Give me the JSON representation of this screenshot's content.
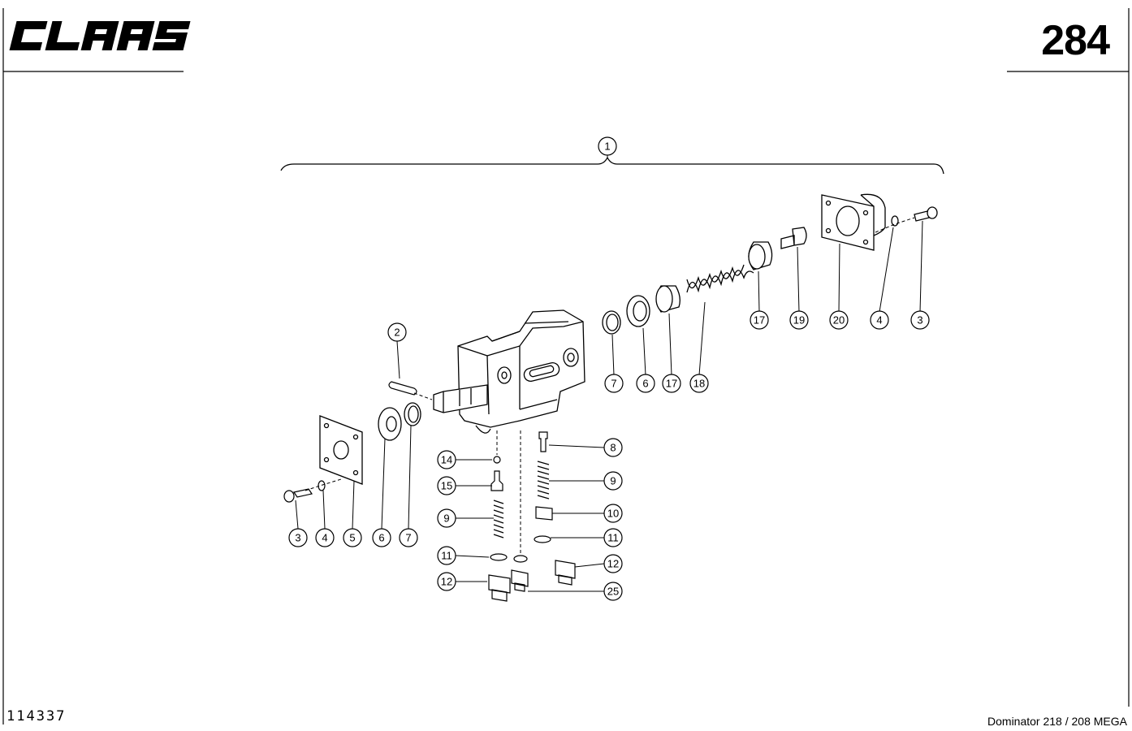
{
  "header": {
    "brand": "CLAAS",
    "page_number": "284"
  },
  "footer": {
    "drawing_id": "114337",
    "model": "Dominator 218 / 208 MEGA"
  },
  "callouts": [
    {
      "id": "c-1",
      "label": "1"
    },
    {
      "id": "c-2",
      "label": "2"
    },
    {
      "id": "c-3a",
      "label": "3"
    },
    {
      "id": "c-4a",
      "label": "4"
    },
    {
      "id": "c-5",
      "label": "5"
    },
    {
      "id": "c-6a",
      "label": "6"
    },
    {
      "id": "c-7a",
      "label": "7"
    },
    {
      "id": "c-14",
      "label": "14"
    },
    {
      "id": "c-15",
      "label": "15"
    },
    {
      "id": "c-9a",
      "label": "9"
    },
    {
      "id": "c-11a",
      "label": "11"
    },
    {
      "id": "c-12a",
      "label": "12"
    },
    {
      "id": "c-8",
      "label": "8"
    },
    {
      "id": "c-9b",
      "label": "9"
    },
    {
      "id": "c-10",
      "label": "10"
    },
    {
      "id": "c-11b",
      "label": "11"
    },
    {
      "id": "c-12b",
      "label": "12"
    },
    {
      "id": "c-25",
      "label": "25"
    },
    {
      "id": "c-7b",
      "label": "7"
    },
    {
      "id": "c-6b",
      "label": "6"
    },
    {
      "id": "c-17a",
      "label": "17"
    },
    {
      "id": "c-18",
      "label": "18"
    },
    {
      "id": "c-17b",
      "label": "17"
    },
    {
      "id": "c-19",
      "label": "19"
    },
    {
      "id": "c-20",
      "label": "20"
    },
    {
      "id": "c-4b",
      "label": "4"
    },
    {
      "id": "c-3b",
      "label": "3"
    }
  ]
}
